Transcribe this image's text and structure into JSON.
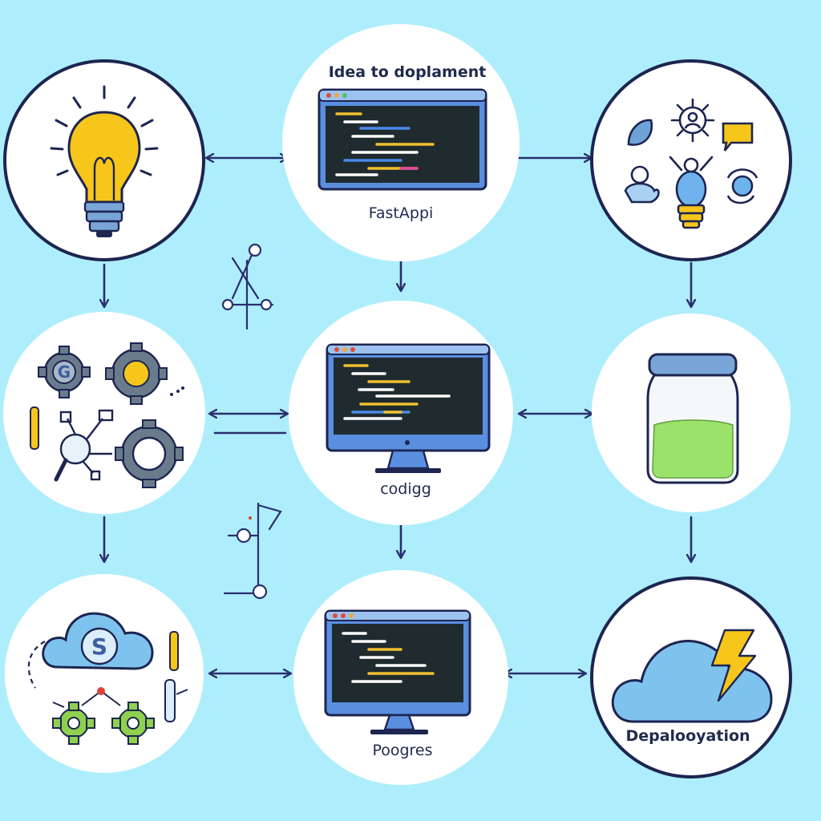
{
  "diagram": {
    "title": "Idea to doplament",
    "nodes": {
      "fastapi": {
        "label": "FastAppi"
      },
      "coding": {
        "label": "codigg"
      },
      "postgres": {
        "label": "Poogres"
      },
      "deployment": {
        "label": "Depalooyation"
      }
    }
  },
  "colors": {
    "background": "#aeeefc",
    "circle_fill": "#ffffff",
    "circle_stroke": "#1d2550",
    "arrow": "#2a2f6e",
    "bulb_yellow": "#f7c61b",
    "cloud_blue": "#7ec3ee",
    "jar_liquid": "#9be26a",
    "gear_grey": "#6a7b8c",
    "gear_green": "#8fd14f",
    "screen_dark": "#1f2b2e",
    "monitor_blue": "#5a8fe0"
  }
}
